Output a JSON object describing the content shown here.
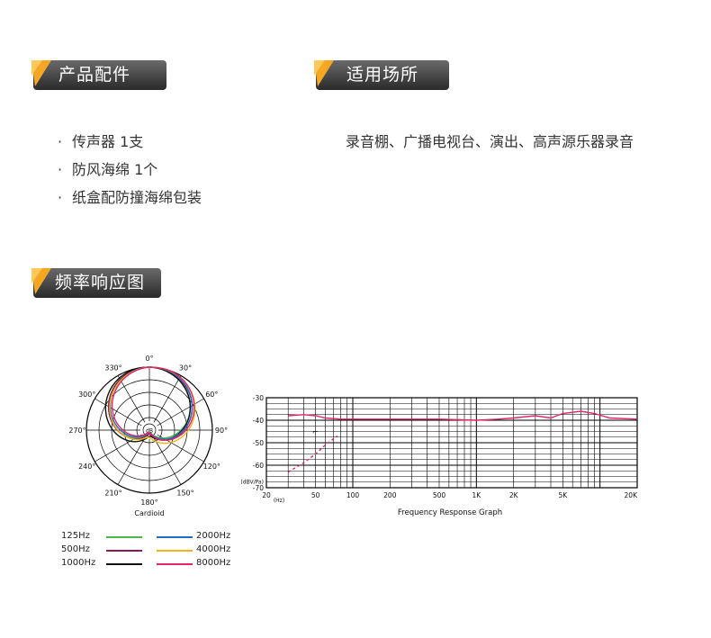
{
  "sections": {
    "accessories_title": "产品配件",
    "venues_title": "适用场所",
    "frequency_title": "频率响应图"
  },
  "accessories": {
    "bullet": "·",
    "items": [
      "传声器 1支",
      "防风海绵 1个",
      "纸盒配防撞海绵包装"
    ]
  },
  "venues": {
    "text": "录音棚、广播电视台、演出、高声源乐器录音"
  },
  "polar": {
    "angle_labels": [
      "0°",
      "30°",
      "60°",
      "90°",
      "120°",
      "150°",
      "180°",
      "210°",
      "240°",
      "270°",
      "300°",
      "330°"
    ],
    "center_label": "dB",
    "caption": "Cardioid"
  },
  "legend": {
    "items": [
      {
        "label": "125Hz",
        "color": "#4cb848"
      },
      {
        "label": "500Hz",
        "color": "#8a1a5a"
      },
      {
        "label": "1000Hz",
        "color": "#111111"
      },
      {
        "label": "2000Hz",
        "color": "#1f6fc0"
      },
      {
        "label": "4000Hz",
        "color": "#f2b51c"
      },
      {
        "label": "8000Hz",
        "color": "#e5246a"
      }
    ]
  },
  "chart_data": {
    "type": "line",
    "title": "",
    "xlabel": "Frequency Response Graph",
    "ylabel": "(dBV/Pa)",
    "x_scale": "log",
    "xlim": [
      20,
      20000
    ],
    "ylim": [
      -70,
      -30
    ],
    "x_ticks": [
      {
        "value": 20,
        "label": "20"
      },
      {
        "value": 50,
        "label": "50"
      },
      {
        "value": 100,
        "label": "100"
      },
      {
        "value": 200,
        "label": "200"
      },
      {
        "value": 500,
        "label": "500"
      },
      {
        "value": 1000,
        "label": "1K"
      },
      {
        "value": 2000,
        "label": "2K"
      },
      {
        "value": 5000,
        "label": "5K"
      },
      {
        "value": 20000,
        "label": "20K"
      }
    ],
    "x_unit": "(Hz)",
    "y_ticks": [
      {
        "value": -30,
        "label": "-30"
      },
      {
        "value": -40,
        "label": "-40"
      },
      {
        "value": -50,
        "label": "-50"
      },
      {
        "value": -60,
        "label": "-60"
      },
      {
        "value": -70,
        "label": "-70"
      }
    ],
    "grid": true,
    "series": [
      {
        "color": "#e5246a",
        "x": [
          30,
          40,
          50,
          60,
          80,
          100,
          200,
          500,
          1000,
          1500,
          2000,
          3000,
          4000,
          5000,
          7000,
          9000,
          12000,
          20000
        ],
        "y": [
          -38,
          -37.5,
          -38,
          -39,
          -39.5,
          -39.5,
          -39.5,
          -39.5,
          -40,
          -39.5,
          -39,
          -38,
          -39,
          -37,
          -36,
          -37,
          -39,
          -39.5
        ]
      },
      {
        "color": "#e5246a",
        "style": "dashed",
        "x": [
          30,
          40,
          50,
          60,
          75
        ],
        "y": [
          -63,
          -59,
          -55,
          -51,
          -47
        ]
      }
    ],
    "annotations": [
      "⌐"
    ]
  }
}
